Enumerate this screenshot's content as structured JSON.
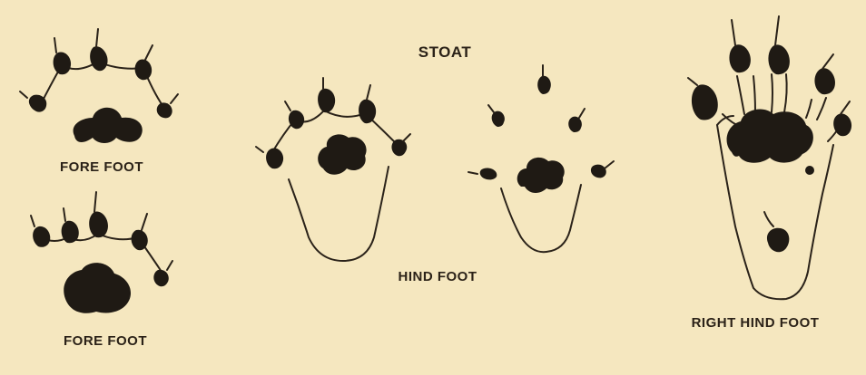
{
  "title": "STOAT",
  "labels": {
    "fore_foot_upper": "FORE  FOOT",
    "fore_foot_lower": "FORE  FOOT",
    "hind_foot": "HIND FOOT",
    "right_hind_foot": "RIGHT HIND FOOT"
  },
  "colors": {
    "background": "#f5e7bf",
    "ink": "#1f1a14"
  }
}
